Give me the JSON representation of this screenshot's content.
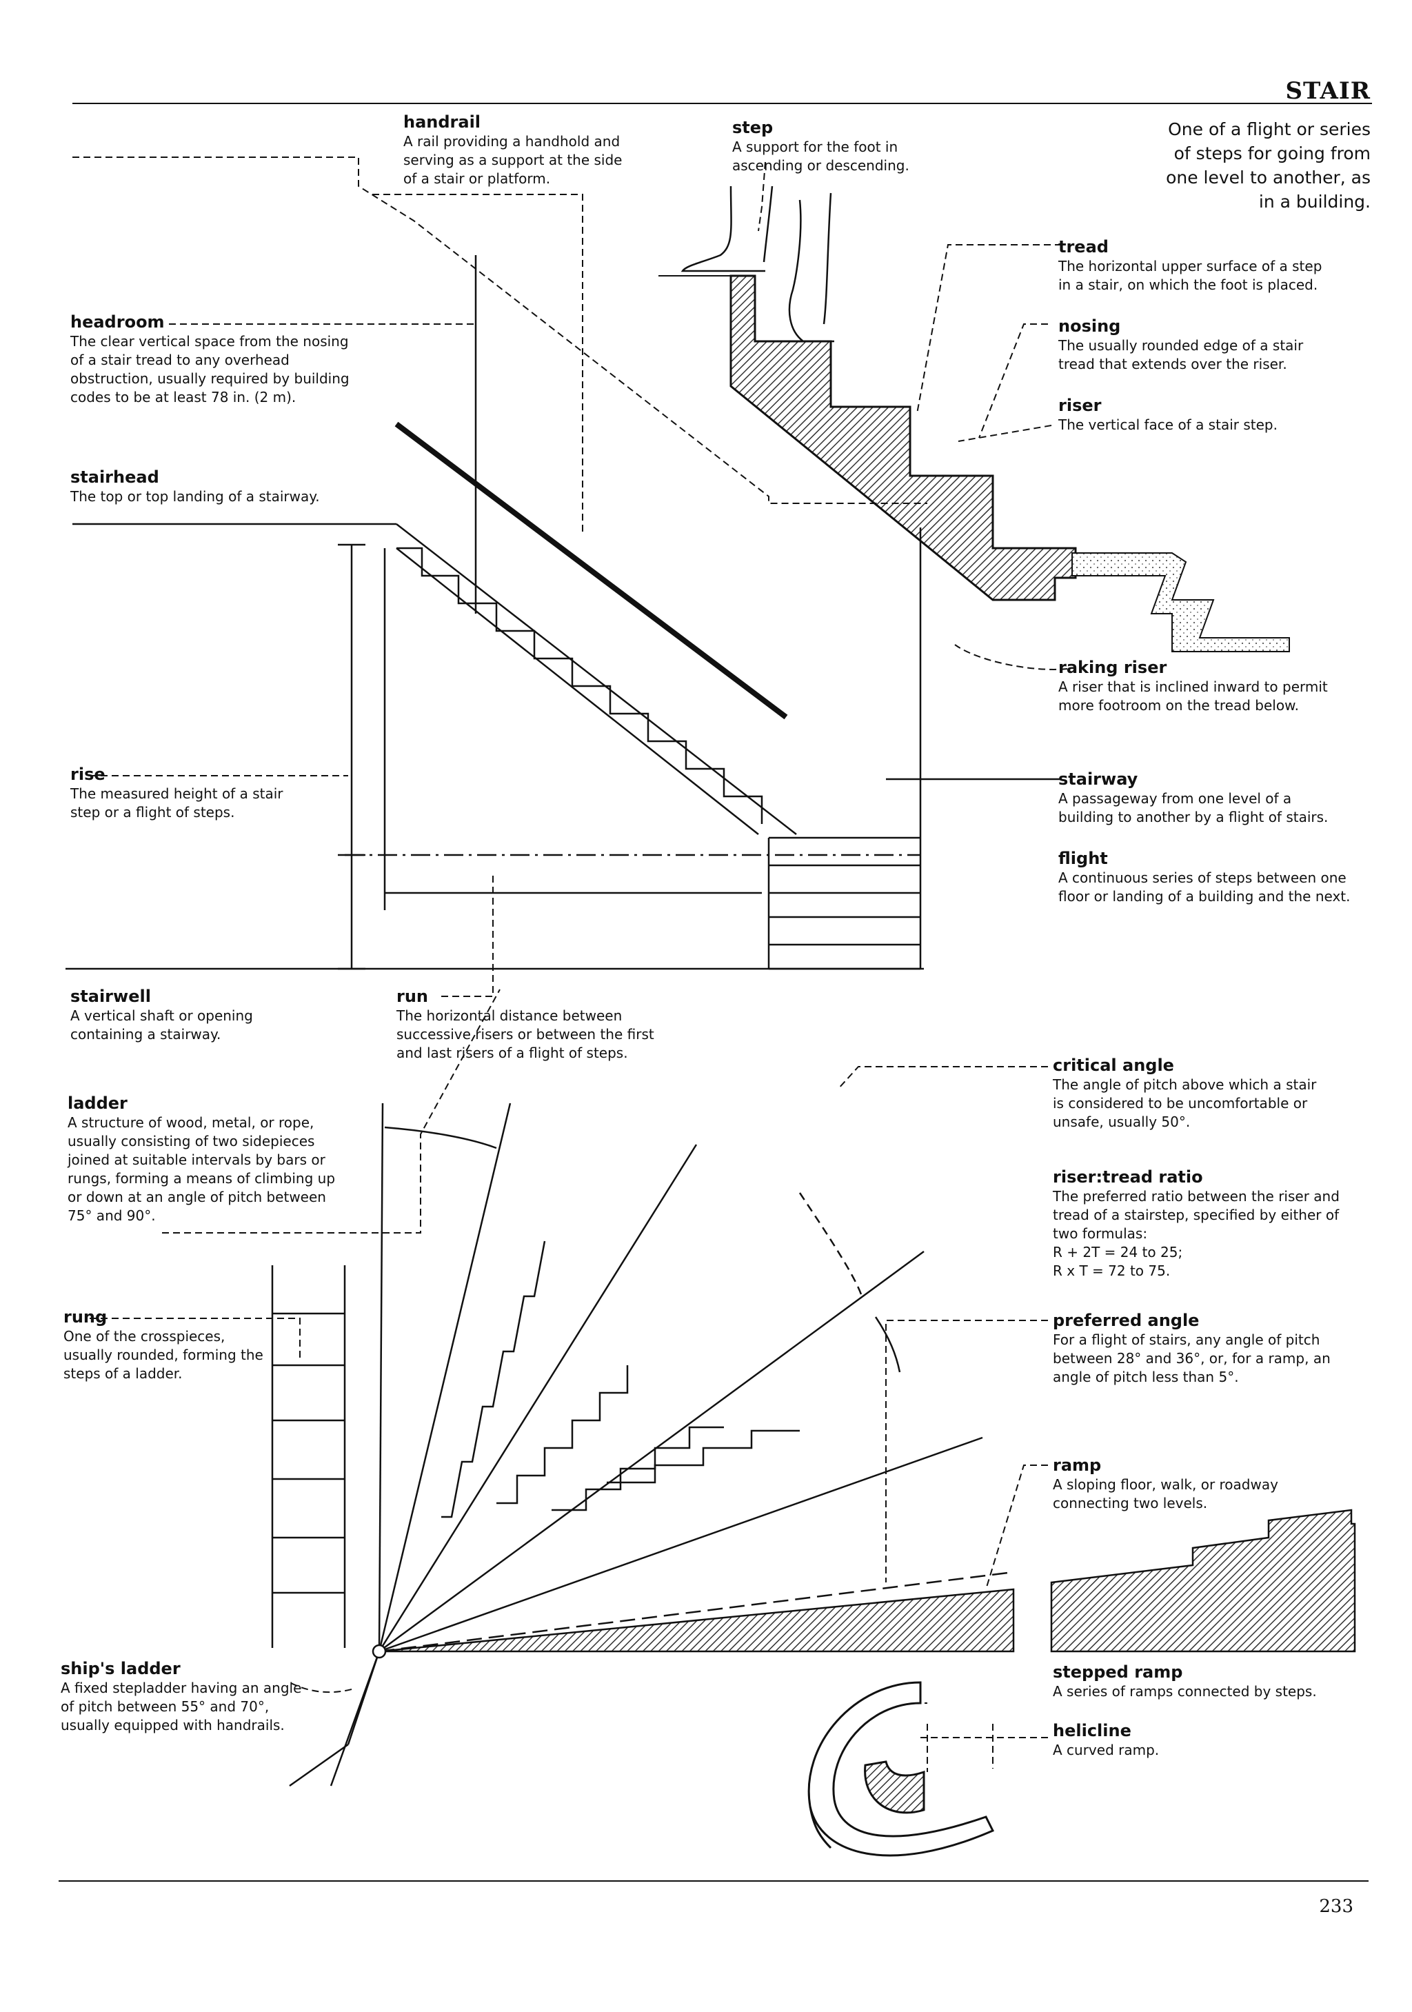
{
  "header": {
    "title": "STAIR",
    "definition": "One of a flight or series\nof steps for going from\none level to another, as\nin a building."
  },
  "page_number": "233",
  "terms": {
    "handrail": {
      "term": "handrail",
      "def": "A rail providing a handhold and\nserving as a support at the side\nof a stair or platform."
    },
    "step": {
      "term": "step",
      "def": "A support for the foot in\nascending or descending."
    },
    "tread": {
      "term": "tread",
      "def": "The horizontal upper surface of a step\nin a stair, on which the foot is placed."
    },
    "nosing": {
      "term": "nosing",
      "def": "The usually rounded edge of a stair\ntread that extends over the riser."
    },
    "riser": {
      "term": "riser",
      "def": "The vertical face of a stair step."
    },
    "headroom": {
      "term": "headroom",
      "def": "The clear vertical space from the nosing\nof a stair tread to any overhead\nobstruction, usually required by building\ncodes to be at least 78 in. (2 m)."
    },
    "stairhead": {
      "term": "stairhead",
      "def": "The top or top landing of a stairway."
    },
    "raking_riser": {
      "term": "raking riser",
      "def": "A riser that is inclined inward to permit\nmore footroom on the tread below."
    },
    "rise": {
      "term": "rise",
      "def": "The measured height of a stair\nstep or a flight of steps."
    },
    "stairway": {
      "term": "stairway",
      "def": "A passageway from one level of a\nbuilding to another by a flight of stairs."
    },
    "flight": {
      "term": "flight",
      "def": "A continuous series of steps between one\nfloor or landing of a building and the next."
    },
    "stairwell": {
      "term": "stairwell",
      "def": "A vertical shaft or opening\ncontaining a stairway."
    },
    "run": {
      "term": "run",
      "def": "The horizontal distance between\nsuccessive risers or between the first\nand last risers of a flight of steps."
    },
    "critical_angle": {
      "term": "critical angle",
      "def": "The angle of pitch above which a stair\nis considered to be uncomfortable or\nunsafe, usually 50°."
    },
    "ladder": {
      "term": "ladder",
      "def": "A structure of wood, metal, or rope,\nusually consisting of two sidepieces\njoined at suitable intervals by bars or\nrungs, forming a means of climbing up\nor down at an angle of pitch between\n75° and 90°."
    },
    "riser_tread_ratio": {
      "term": "riser:tread ratio",
      "def": "The preferred ratio between the riser and\ntread of a stairstep, specified by either of\ntwo formulas:\nR + 2T = 24 to 25;\nR x T = 72 to 75."
    },
    "rung": {
      "term": "rung",
      "def": "One of the crosspieces,\nusually rounded, forming the\nsteps of a ladder."
    },
    "preferred_angle": {
      "term": "preferred angle",
      "def": "For a flight of stairs, any angle of pitch\nbetween 28° and 36°, or, for a ramp, an\nangle of pitch less than 5°."
    },
    "ramp": {
      "term": "ramp",
      "def": "A sloping floor, walk, or roadway\nconnecting two levels."
    },
    "ships_ladder": {
      "term": "ship's ladder",
      "def": "A fixed stepladder having an angle\nof pitch between 55° and 70°,\nusually equipped with handrails."
    },
    "stepped_ramp": {
      "term": "stepped ramp",
      "def": "A series of ramps connected by steps."
    },
    "helicline": {
      "term": "helicline",
      "def": "A curved ramp."
    }
  },
  "colors": {
    "ink": "#111111",
    "hatch": "#333333"
  }
}
